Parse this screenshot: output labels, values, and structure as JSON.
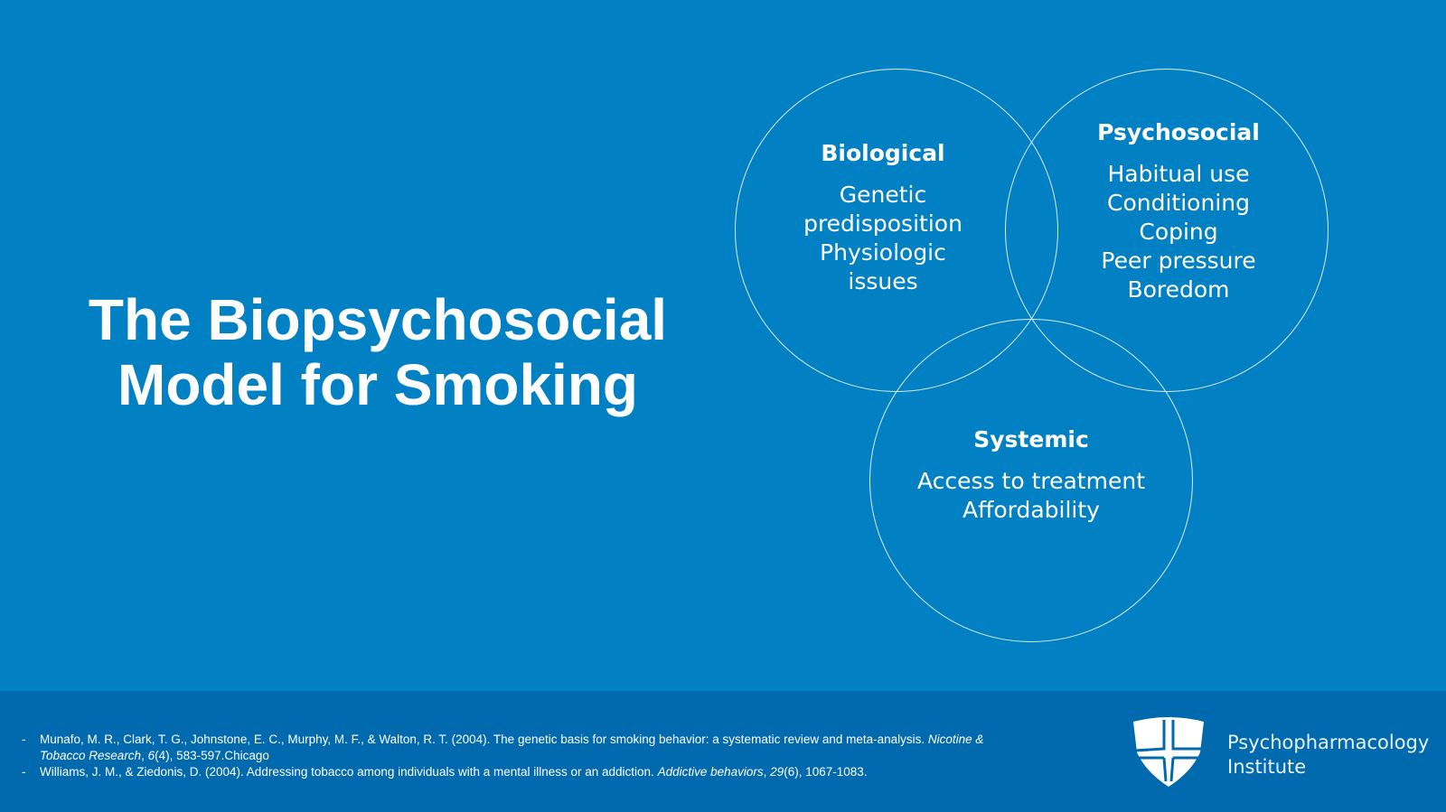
{
  "title_lines": [
    "The Biopsychosocial",
    "Model for Smoking"
  ],
  "circles": {
    "biological": {
      "heading": "Biological",
      "items": [
        "Genetic",
        "predisposition",
        "Physiologic",
        "issues"
      ]
    },
    "psychosocial": {
      "heading": "Psychosocial",
      "items": [
        "Habitual use",
        "Conditioning",
        "Coping",
        "Peer pressure",
        "Boredom"
      ]
    },
    "systemic": {
      "heading": "Systemic",
      "items": [
        "Access to treatment",
        "Affordability"
      ]
    }
  },
  "references": [
    {
      "pre": "Munafo, M. R., Clark, T. G., Johnstone, E. C., Murphy, M. F., & Walton, R. T. (2004). The genetic basis for smoking behavior: a systematic review and meta-analysis. ",
      "journal": "Nicotine & Tobacco Research",
      "sep": ", ",
      "vol": "6",
      "post": "(4), 583-597.Chicago"
    },
    {
      "pre": "Williams, J. M., & Ziedonis, D. (2004). Addressing tobacco among individuals with a mental illness or an addiction. ",
      "journal": "Addictive behaviors",
      "sep": ", ",
      "vol": "29",
      "post": "(6), 1067-1083."
    }
  ],
  "bullet": "-",
  "brand": {
    "line1": "Psychopharmacology",
    "line2": "Institute"
  }
}
